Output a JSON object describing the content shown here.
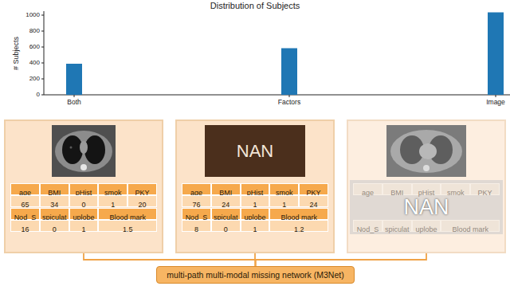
{
  "diagram": {
    "title": "Distribution of Subjects",
    "nodes": [
      {
        "text": [
          "age",
          "BMI",
          "pHist",
          "smok",
          "PKY",
          "65",
          "34",
          "0",
          "1",
          "20",
          "Nod_S",
          "spiculat",
          "uplobe",
          "Blood mark",
          "16",
          "0",
          "1",
          "1.5"
        ]
      },
      {
        "text": [
          "age",
          "BMI",
          "pHist",
          "smok",
          "PKY",
          "76",
          "24",
          "1",
          "1",
          "24",
          "Nod_S",
          "spiculat",
          "uplobe",
          "Blood mark",
          "8",
          "0",
          "1",
          "1.2"
        ]
      },
      {
        "text": [
          "NAN"
        ],
        "in": 1
      },
      {
        "text": [
          "age",
          "BMI",
          "pHist",
          "smok",
          "PKY",
          "Nod_S",
          "spiculat",
          "uplobe",
          "Blood mark",
          "NAN"
        ]
      },
      {
        "text": [
          "multi-path multi-modal missing network (M3Net)"
        ]
      }
    ],
    "edges": [
      {
        "from": 0,
        "to": 4,
        "arrow": "none"
      },
      {
        "from": 1,
        "to": 4,
        "arrow": "none"
      },
      {
        "from": 3,
        "to": 4,
        "arrow": "none"
      }
    ],
    "labels": [
      "# Subjects",
      "0",
      "200",
      "400",
      "600",
      "800",
      "1000",
      "Both",
      "Factors",
      "Image"
    ]
  }
}
